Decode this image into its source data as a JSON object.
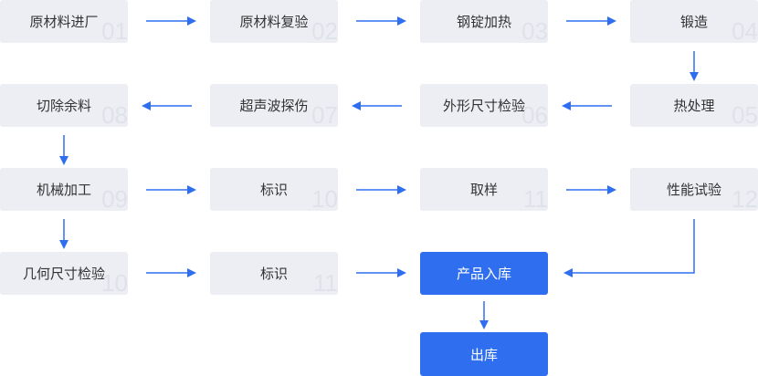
{
  "flowchart": {
    "steps": [
      {
        "label": "原材料进厂",
        "num": "01"
      },
      {
        "label": "原材料复验",
        "num": "02"
      },
      {
        "label": "钢锭加热",
        "num": "03"
      },
      {
        "label": "锻造",
        "num": "04"
      },
      {
        "label": "热处理",
        "num": "05"
      },
      {
        "label": "外形尺寸检验",
        "num": "06"
      },
      {
        "label": "超声波探伤",
        "num": "07"
      },
      {
        "label": "切除余料",
        "num": "08"
      },
      {
        "label": "机械加工",
        "num": "09"
      },
      {
        "label": "标识",
        "num": "10"
      },
      {
        "label": "取样",
        "num": "11"
      },
      {
        "label": "性能试验",
        "num": "12"
      },
      {
        "label": "几何尺寸检验",
        "num": "10"
      },
      {
        "label": "标识",
        "num": "11"
      },
      {
        "label": "产品入库"
      },
      {
        "label": "出库"
      }
    ],
    "colors": {
      "arrow": "#2f6fef",
      "box": "#eceef4",
      "highlight_box": "#2f6fef"
    }
  }
}
